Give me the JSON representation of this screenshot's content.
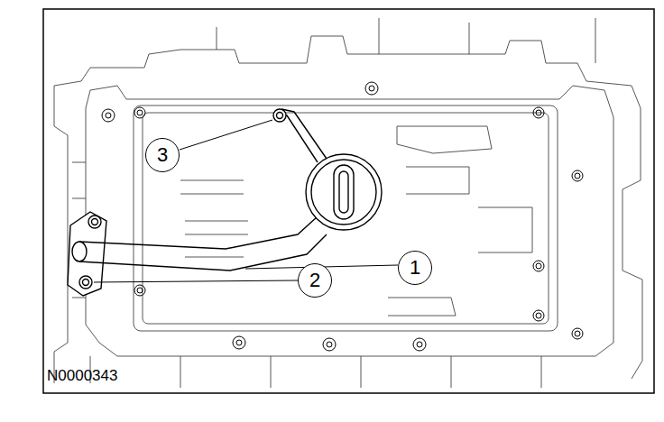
{
  "diagram": {
    "labels": [
      "3",
      "1",
      "2",
      "N0000343"
    ]
  }
}
